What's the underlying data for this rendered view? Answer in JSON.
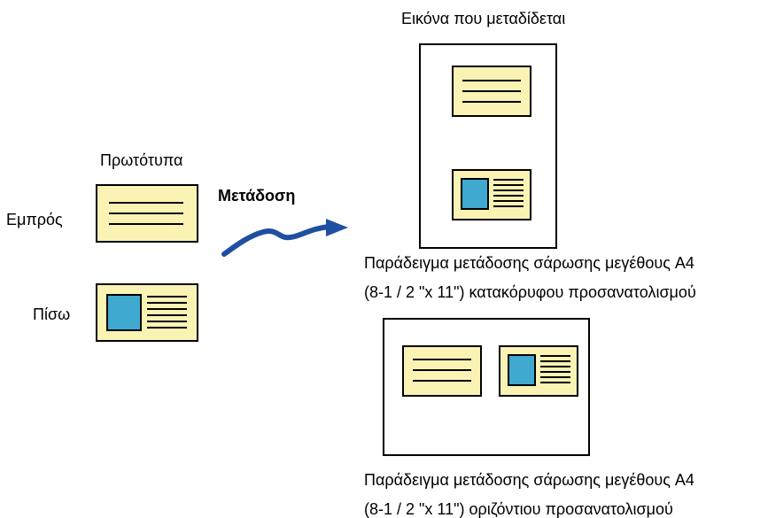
{
  "labels": {
    "originals": "Πρωτότυπα",
    "front": "Εμπρός",
    "back": "Πίσω",
    "transmission": "Μετάδοση",
    "transmitted_image": "Εικόνα που μεταδίδεται",
    "portrait_caption_line1": "Παράδειγμα μετάδοσης σάρωσης μεγέθους A4",
    "portrait_caption_line2": "(8-1 / 2 \"x 11\") κατακόρυφου προσανατολισμού",
    "landscape_caption_line1": "Παράδειγμα μετάδοσης σάρωσης μεγέθους A4",
    "landscape_caption_line2": "(8-1 / 2 \"x 11\") οριζόντιου προσανατολισμού"
  },
  "colors": {
    "card_fill": "#faf3b4",
    "photo_fill": "#3fa9d0",
    "arrow": "#1f4fa0",
    "line": "#000000"
  }
}
